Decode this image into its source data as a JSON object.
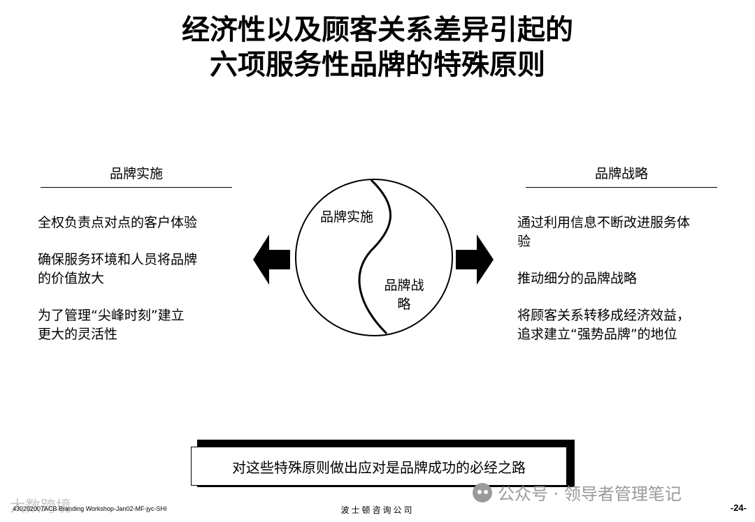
{
  "title": {
    "line1": "经济性以及顾客关系差异引起的",
    "line2": "六项服务性品牌的特殊原则"
  },
  "left_column": {
    "heading": "品牌实施",
    "items": [
      {
        "line1": "全权负责点对点的客户体验",
        "line2": ""
      },
      {
        "line1": "确保服务环境和人员将品牌",
        "line2": "的价值放大"
      },
      {
        "line1": "为了管理“尖峰时刻”建立",
        "line2": "更大的灵活性"
      }
    ]
  },
  "right_column": {
    "heading": "品牌战略",
    "items": [
      {
        "line1": "通过利用信息不断改进服务体",
        "line2": "验"
      },
      {
        "line1": "推动细分的品牌战略",
        "line2": ""
      },
      {
        "line1": "将顾客关系转移成经济效益，",
        "line2": "追求建立“强势品牌”的地位"
      }
    ]
  },
  "circle": {
    "upper_label": "品牌实施",
    "lower_label_line1": "品牌战",
    "lower_label_line2": "略"
  },
  "conclusion": "对这些特殊原则做出应对是品牌成功的必经之路",
  "footer": {
    "left": "430202007ACB Branding Workshop-Jan02-MF-jyc-SHI",
    "center": "波士顿咨询公司",
    "page": "-24-"
  },
  "watermarks": {
    "right": "公众号 · 领导者管理笔记",
    "left": "大数跨境"
  }
}
